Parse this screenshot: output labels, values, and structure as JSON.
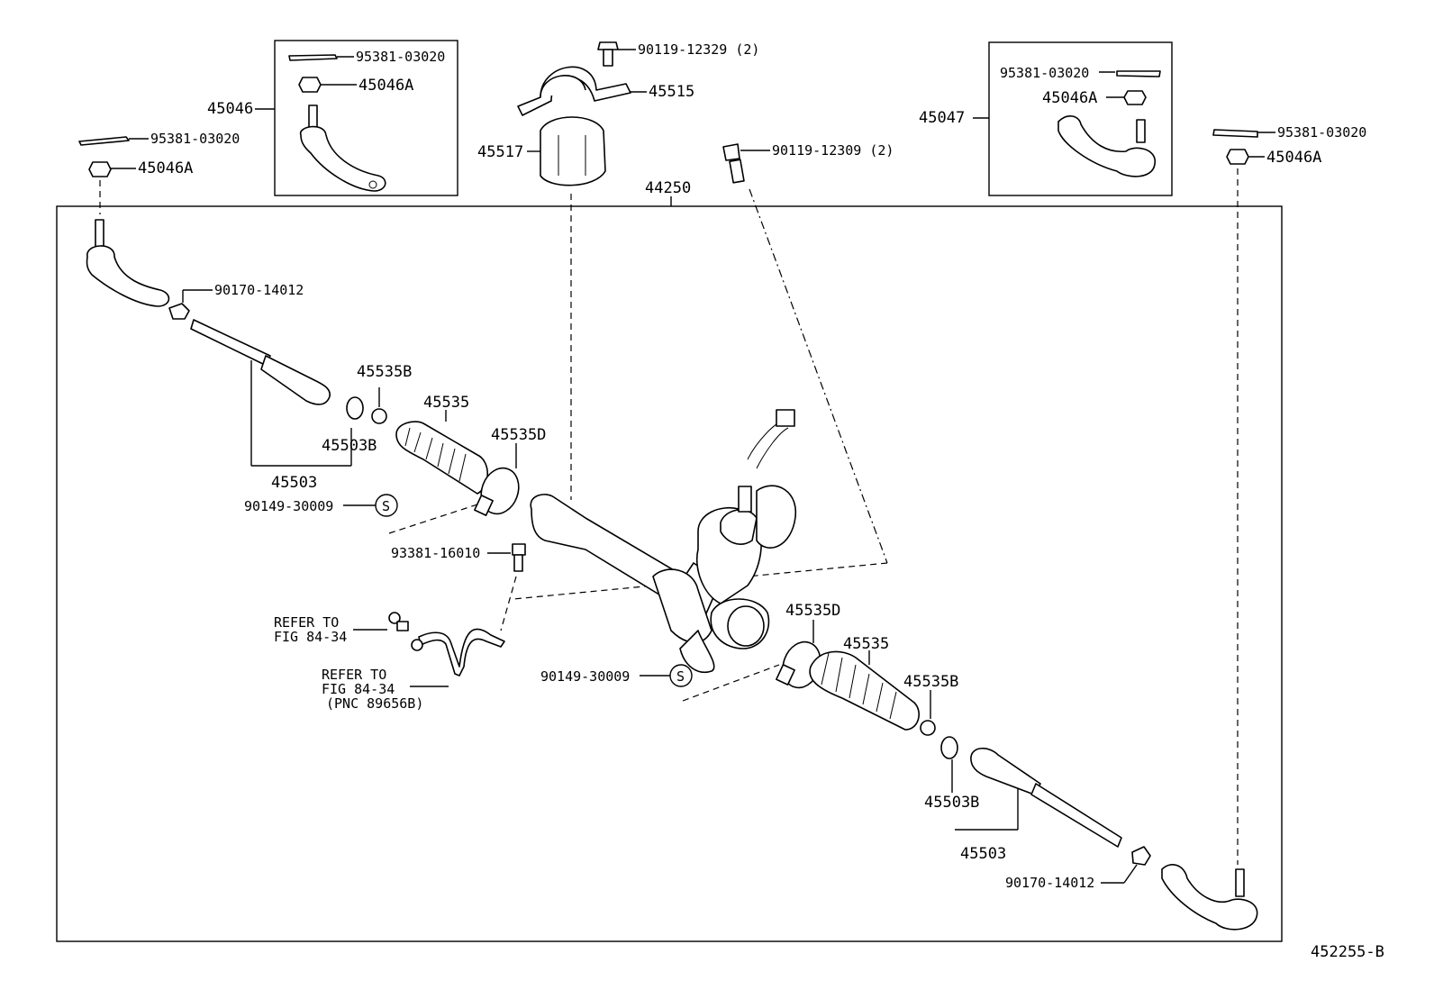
{
  "diagram": {
    "figure_id": "452255-B",
    "main_assembly": "44250",
    "labels": {
      "pin_tl": "95381-03020",
      "nut_tl": "45046A",
      "box_left_assy": "45046",
      "box_left_pin": "95381-03020",
      "box_left_nut": "45046A",
      "bolt_bracket": "90119-12329 (2)",
      "bracket": "45515",
      "bushing": "45517",
      "bolt_mid": "90119-12309 (2)",
      "box_right_assy": "45047",
      "box_right_pin": "95381-03020",
      "box_right_nut": "45046A",
      "pin_tr": "95381-03020",
      "nut_tr": "45046A",
      "lock_nut_l": "90170-14012",
      "clip_l": "45535B",
      "boot_l": "45535",
      "washer_l": "45503B",
      "band_l": "45535D",
      "rod_l": "45503",
      "grease_l": "90149-30009",
      "screw": "93381-16010",
      "refer1_line1": "REFER TO",
      "refer1_line2": "FIG 84-34",
      "refer2_line1": "REFER TO",
      "refer2_line2": "FIG 84-34",
      "refer2_line3": "(PNC 89656B)",
      "grease_r": "90149-30009",
      "band_r": "45535D",
      "boot_r": "45535",
      "clip_r": "45535B",
      "washer_r": "45503B",
      "rod_r": "45503",
      "lock_nut_r": "90170-14012",
      "s_symbol": "S"
    }
  }
}
